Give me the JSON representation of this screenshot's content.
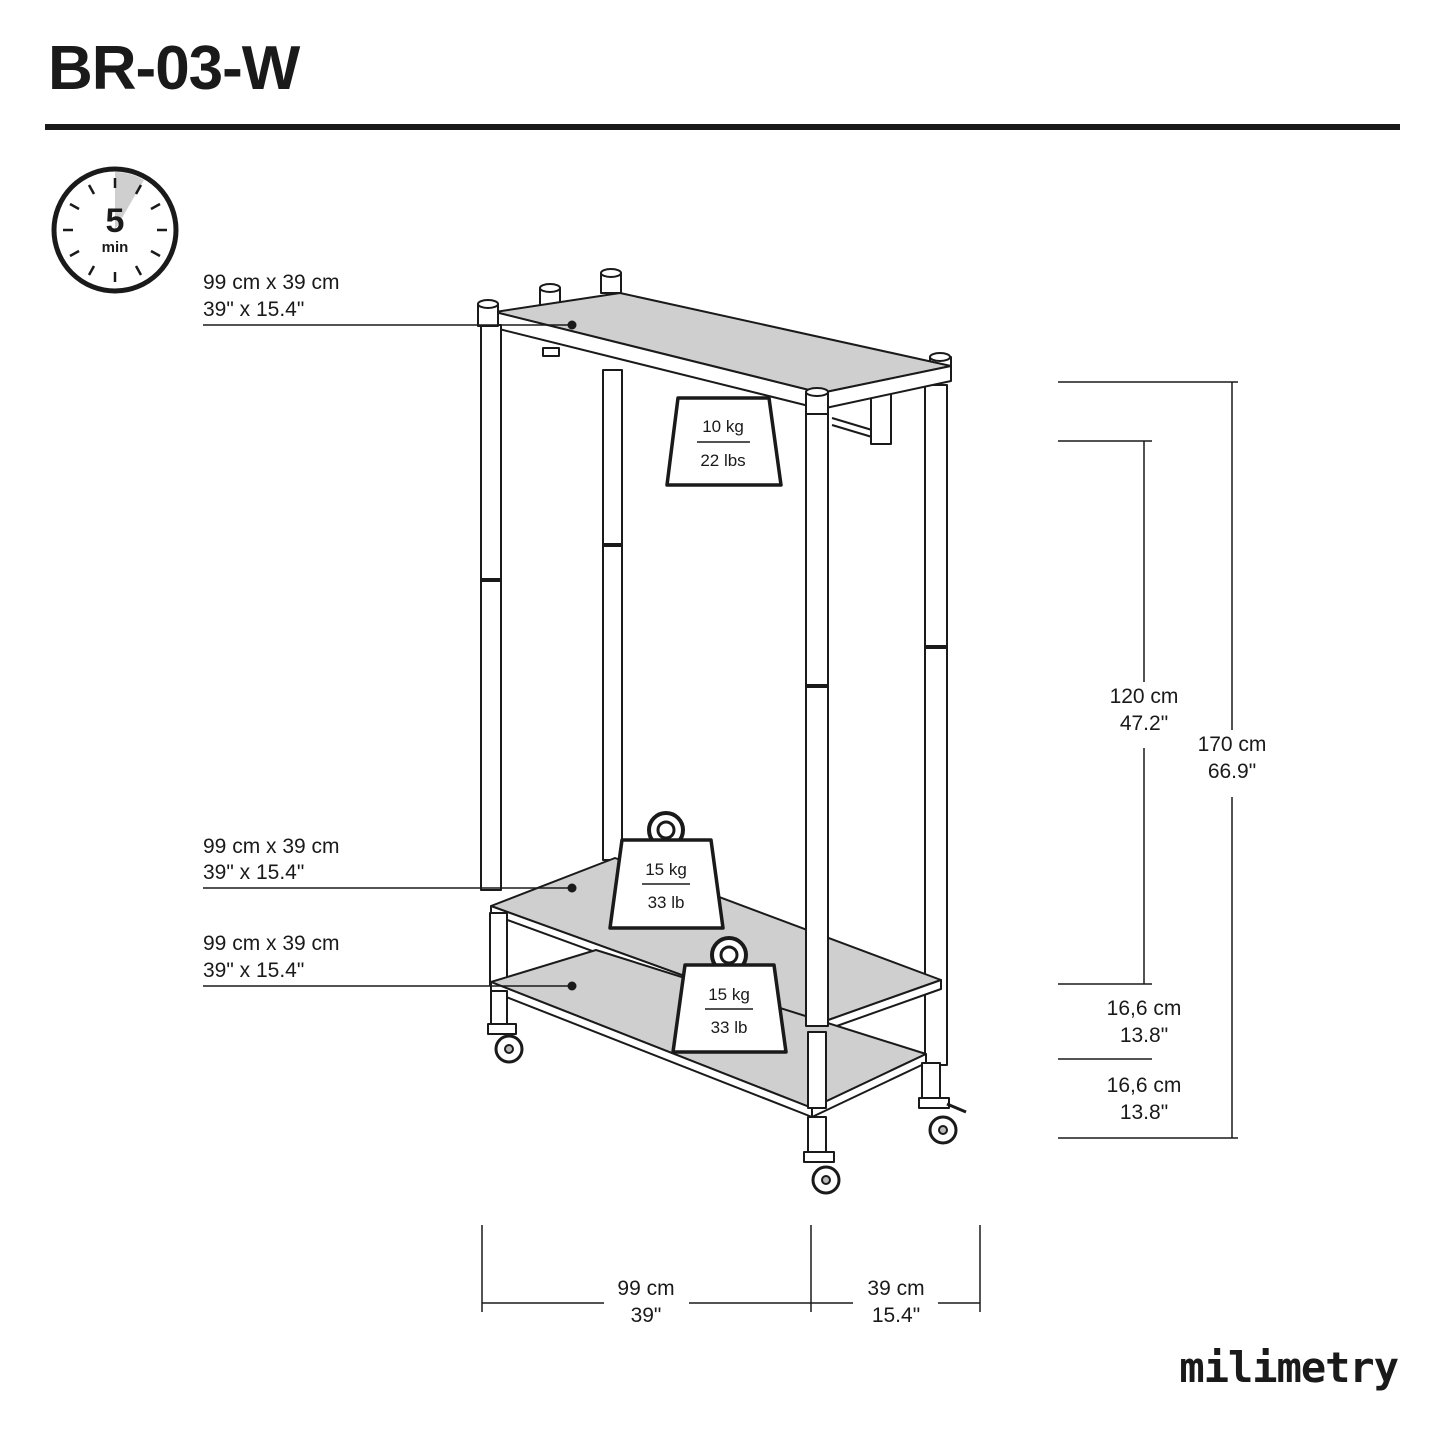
{
  "header": {
    "title": "BR-03-W"
  },
  "timer": {
    "value": "5",
    "unit": "min"
  },
  "shelves": [
    {
      "size_cm": "99 cm x 39 cm",
      "size_in": "39\" x 15.4\""
    },
    {
      "size_cm": "99 cm x 39 cm",
      "size_in": "39\" x 15.4\""
    },
    {
      "size_cm": "99 cm x 39 cm",
      "size_in": "39\" x 15.4\""
    }
  ],
  "loads": [
    {
      "kg": "10 kg",
      "lb": "22 lbs"
    },
    {
      "kg": "15 kg",
      "lb": "33 lb"
    },
    {
      "kg": "15 kg",
      "lb": "33 lb"
    }
  ],
  "heights": {
    "hanging": {
      "cm": "120 cm",
      "in": "47.2\""
    },
    "total": {
      "cm": "170 cm",
      "in": "66.9\""
    },
    "upper_gap": {
      "cm": "16,6 cm",
      "in": "13.8\""
    },
    "lower_gap": {
      "cm": "16,6 cm",
      "in": "13.8\""
    }
  },
  "footprint": {
    "width": {
      "cm": "99 cm",
      "in": "39\""
    },
    "depth": {
      "cm": "39 cm",
      "in": "15.4\""
    }
  },
  "brand": {
    "name": "milimetry"
  }
}
